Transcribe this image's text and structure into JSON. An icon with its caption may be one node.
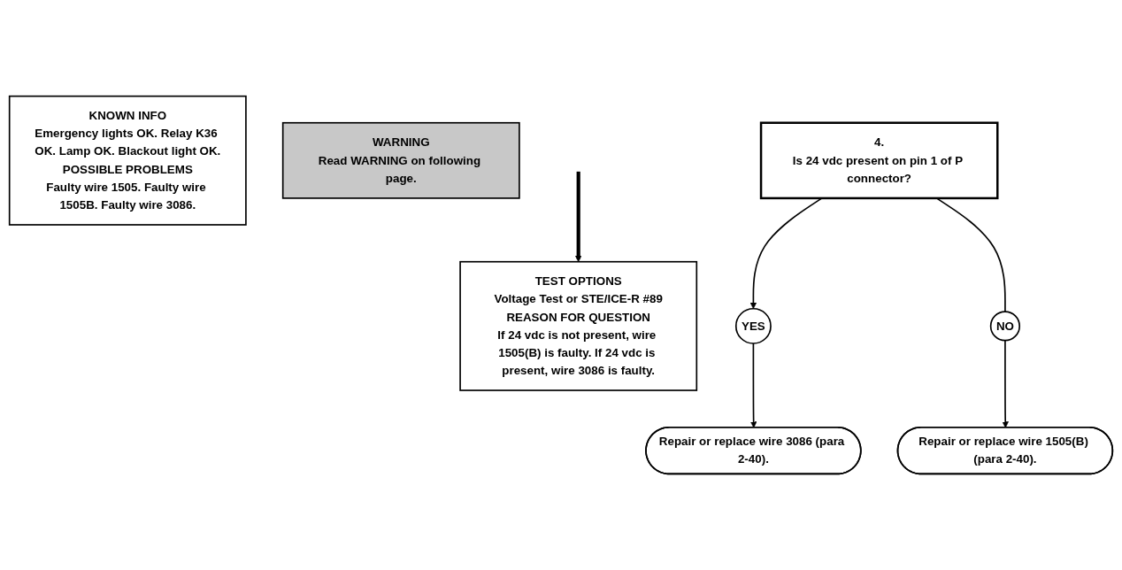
{
  "diagram": {
    "nodes": [
      {
        "text": [
          "KNOWN INFO",
          "Emergency lights OK. Relay K36 OK. Lamp OK. Blackout light OK.",
          "POSSIBLE PROBLEMS",
          "Faulty wire 1505. Faulty wire 1505B. Faulty wire 3086."
        ]
      },
      {
        "text": [
          "WARNING",
          "Read WARNING on following page."
        ]
      },
      {
        "text": [
          "4.",
          "Is 24 vdc present on pin 1 of P connector?"
        ]
      },
      {
        "text": [
          "TEST OPTIONS",
          "Voltage Test or STE/ICE-R #89",
          "REASON FOR QUESTION",
          "If 24 vdc is not present, wire 1505(B) is faulty. If 24 vdc is present, wire 3086 is faulty."
        ]
      },
      {
        "text": [
          "NO"
        ]
      },
      {
        "text": [
          "YES"
        ]
      },
      {
        "text": [
          "Repair or replace wire 1505(B) (para 2-40)."
        ]
      },
      {
        "text": [
          "Repair or replace wire 3086 (para 2-40)."
        ]
      }
    ],
    "edges": [
      {
        "from": 2,
        "to": 5,
        "arrow": "to"
      },
      {
        "from": 2,
        "to": 4,
        "arrow": "none"
      },
      {
        "from": 4,
        "to": 6,
        "arrow": "to"
      },
      {
        "from": 5,
        "to": 7,
        "arrow": "to"
      },
      {
        "from": null,
        "to": 3,
        "arrow": "to",
        "style": "thick"
      }
    ]
  }
}
